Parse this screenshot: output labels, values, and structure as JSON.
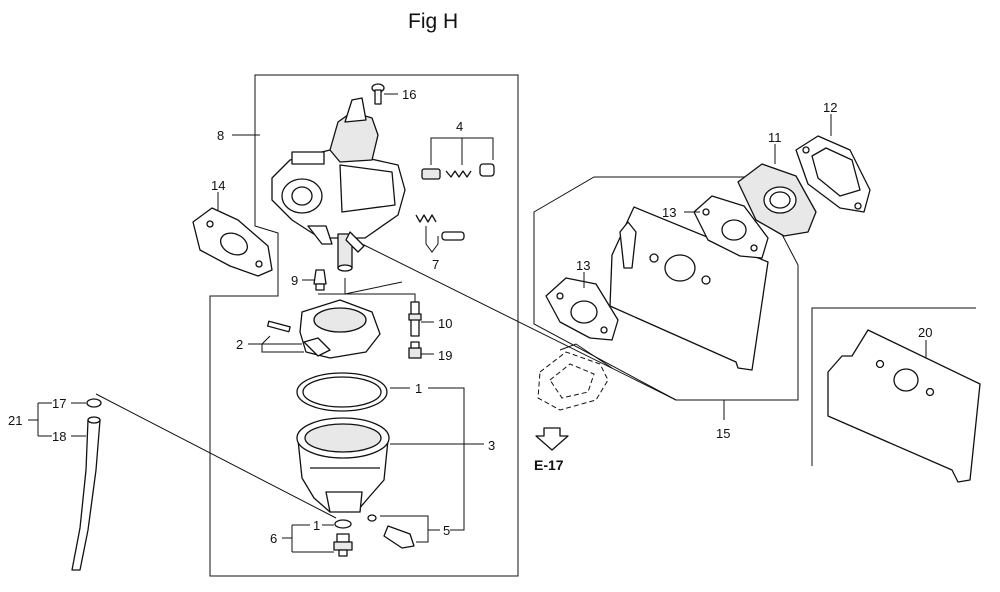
{
  "figure": {
    "title": "Fig H",
    "reference": "E-17",
    "callouts": [
      {
        "id": "c16",
        "label": "16"
      },
      {
        "id": "c4",
        "label": "4"
      },
      {
        "id": "c8",
        "label": "8"
      },
      {
        "id": "c14",
        "label": "14"
      },
      {
        "id": "c7",
        "label": "7"
      },
      {
        "id": "c9",
        "label": "9"
      },
      {
        "id": "c10",
        "label": "10"
      },
      {
        "id": "c2",
        "label": "2"
      },
      {
        "id": "c19",
        "label": "19"
      },
      {
        "id": "c1a",
        "label": "1"
      },
      {
        "id": "c3",
        "label": "3"
      },
      {
        "id": "c17",
        "label": "17"
      },
      {
        "id": "c21",
        "label": "21"
      },
      {
        "id": "c18",
        "label": "18"
      },
      {
        "id": "c1b",
        "label": "1"
      },
      {
        "id": "c6",
        "label": "6"
      },
      {
        "id": "c5",
        "label": "5"
      },
      {
        "id": "c12",
        "label": "12"
      },
      {
        "id": "c11",
        "label": "11"
      },
      {
        "id": "c13a",
        "label": "13"
      },
      {
        "id": "c13b",
        "label": "13"
      },
      {
        "id": "c15",
        "label": "15"
      },
      {
        "id": "c20",
        "label": "20"
      }
    ]
  }
}
